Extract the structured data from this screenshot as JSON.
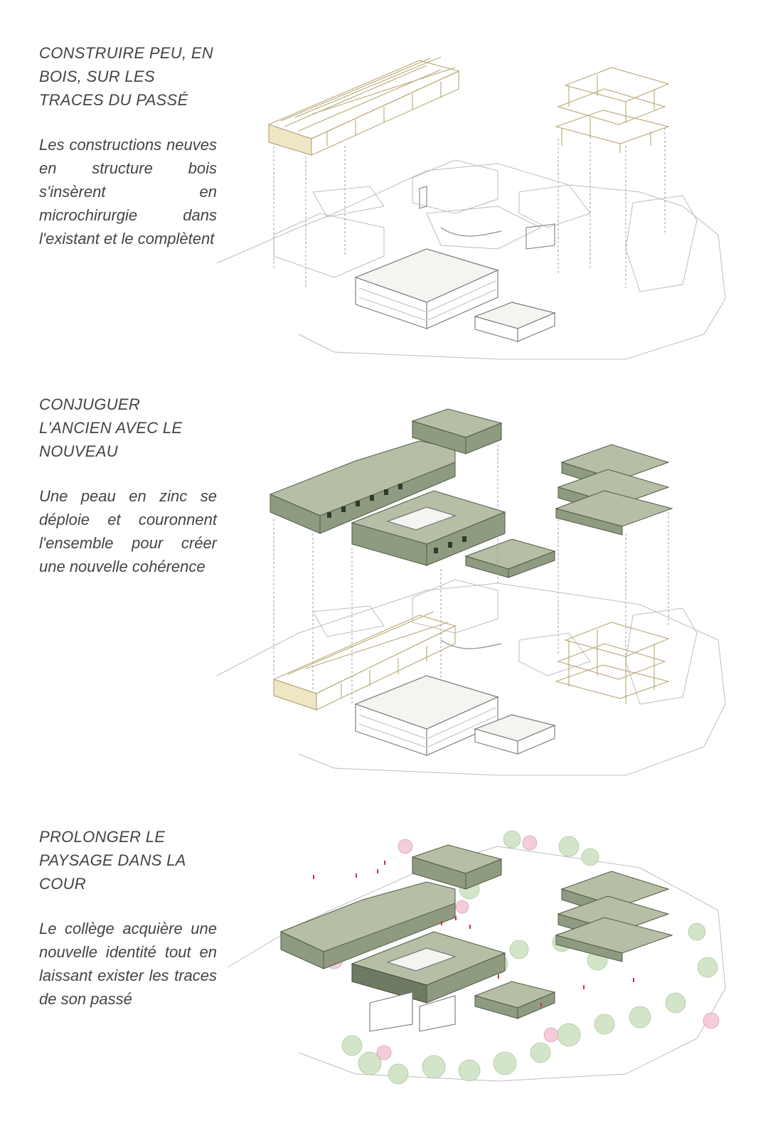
{
  "sections": [
    {
      "heading": "CONSTRUIRE PEU, EN BOIS, SUR LES TRACES DU PASSÉ",
      "description": "Les constructions neuves en structure bois s'insèrent en microchirurgie dans l'existant et le complètent"
    },
    {
      "heading": "CONJUGUER L'ANCIEN AVEC LE NOUVEAU",
      "description": "Une peau en zinc se déploie et couronnent l'ensemble pour créer une nouvelle cohérence"
    },
    {
      "heading": "PROLONGER LE PAYSAGE DANS LA COUR",
      "description": "Le collège acquière une nouvelle identité tout en laissant exister les traces de son passé"
    }
  ],
  "colors": {
    "wood": "#efe6c4",
    "zinc": "#8f9b80",
    "vegetation": "#cfe3c4",
    "blossom": "#f3c7d6",
    "people": "#d2303c"
  }
}
